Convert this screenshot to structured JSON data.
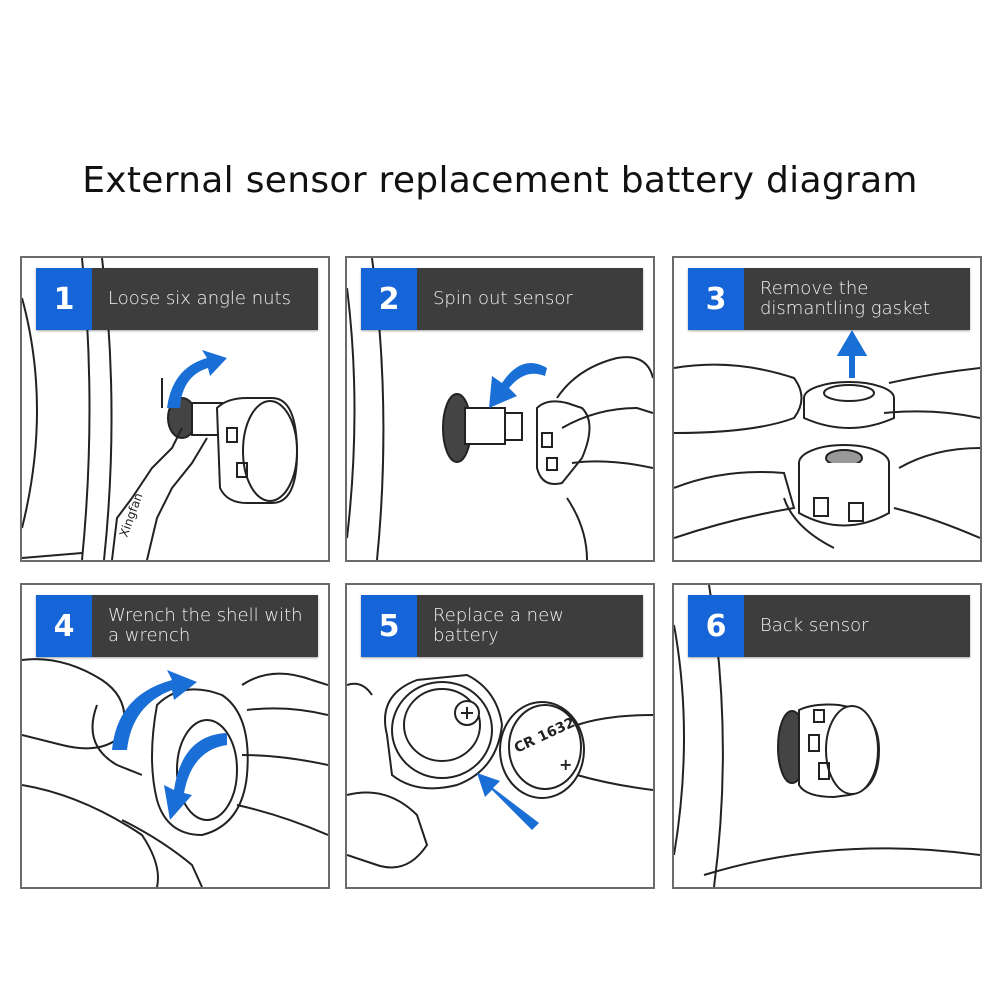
{
  "title": "External sensor replacement battery diagram",
  "steps": [
    {
      "number": "1",
      "text": "Loose six angle nuts"
    },
    {
      "number": "2",
      "text": "Spin out sensor"
    },
    {
      "number": "3",
      "text": "Remove the dismantling gasket"
    },
    {
      "number": "4",
      "text": "Wrench the shell with a wrench"
    },
    {
      "number": "5",
      "text": "Replace a new battery"
    },
    {
      "number": "6",
      "text": "Back sensor"
    }
  ],
  "illustration_text": {
    "wrench_brand": "Xingfan",
    "battery_label": "CR 1632",
    "battery_plus": "+"
  },
  "colors": {
    "step_number_bg": "#1665d8",
    "step_text_bg": "#3d3d3d",
    "arrow": "#1a6fd6"
  }
}
